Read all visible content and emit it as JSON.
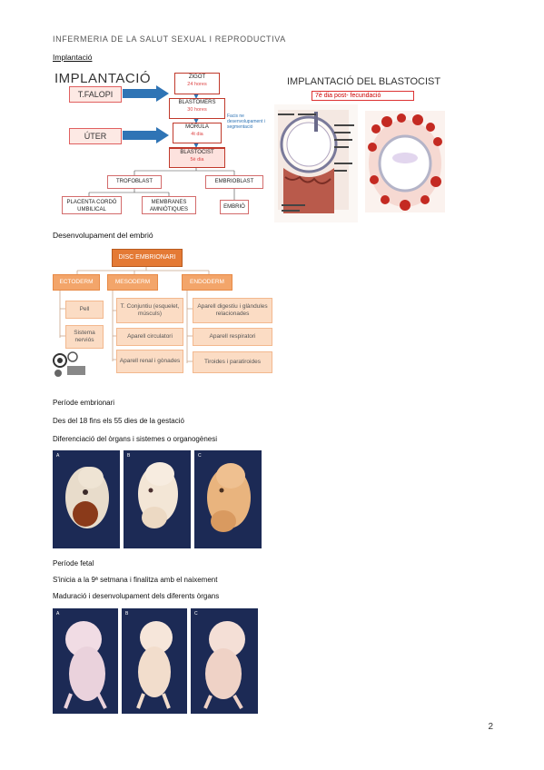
{
  "header": "INFERMERIA DE LA SALUT SEXUAL I REPRODUCTIVA",
  "page_number": "2",
  "implantacio": {
    "section_label": "Implantació",
    "diagram_title": "IMPLANTACIÓ",
    "loc_trompa": "T.FALOPI",
    "loc_uter": "ÚTER",
    "zigot": {
      "label": "ZIGOT",
      "time": "24 hores"
    },
    "blastomers": {
      "label": "BLASTÒMERS",
      "time": "30 hores"
    },
    "morula": {
      "label": "MÒRULA",
      "time": "4t dia"
    },
    "blastocist": {
      "label": "BLASTOCIST",
      "time": "5è dia"
    },
    "side_note": "Facis ne desenvolupament i segmentació",
    "trofoblast": "TROFOBLAST",
    "embrioblast": "EMBRIOBLAST",
    "placenta": "PLACENTA CORDÓ UMBILICAL",
    "membranes": "MEMBRANES AMNIÒTIQUES",
    "embrio": "EMBRIÓ"
  },
  "blastocist_panel": {
    "title": "IMPLANTACIÓ DEL BLASTOCIST",
    "subtitle": "7è dia post- fecundació"
  },
  "desenvolupament": {
    "section_label": "Desenvolupament del embrió",
    "root": "DISC EMBRIONARI",
    "ectoderm": {
      "label": "ECTODERM",
      "items": [
        "Pell",
        "Sistema nerviós"
      ]
    },
    "mesoderm": {
      "label": "MESODERM",
      "items": [
        "T. Conjuntiu (esquelet, músculs)",
        "Aparell circulatori",
        "Aparell renal i gònades"
      ]
    },
    "endoderm": {
      "label": "ENDODERM",
      "items": [
        "Aparell digestiu i glàndules relacionades",
        "Aparell respiratori",
        "Tiroides i paratiroides"
      ]
    }
  },
  "embrionari": {
    "title": "Període embrionari",
    "line1": "Des del 18 fins els 55 dies de la gestació",
    "line2": "Diferenciació del òrgans i sistemes o organogènesi",
    "photo_tags": [
      "A",
      "B",
      "C"
    ]
  },
  "fetal": {
    "title": "Període fetal",
    "line1": "S'inicia a la 9ª setmana i finalitza amb el naixement",
    "line2": "Maduració i desenvolupament dels diferents òrgans",
    "photo_tags": [
      "A",
      "B",
      "C"
    ]
  },
  "colors": {
    "accent_red": "#c0392b",
    "orange": "#e47a35",
    "arrow_blue": "#2f74b5"
  }
}
